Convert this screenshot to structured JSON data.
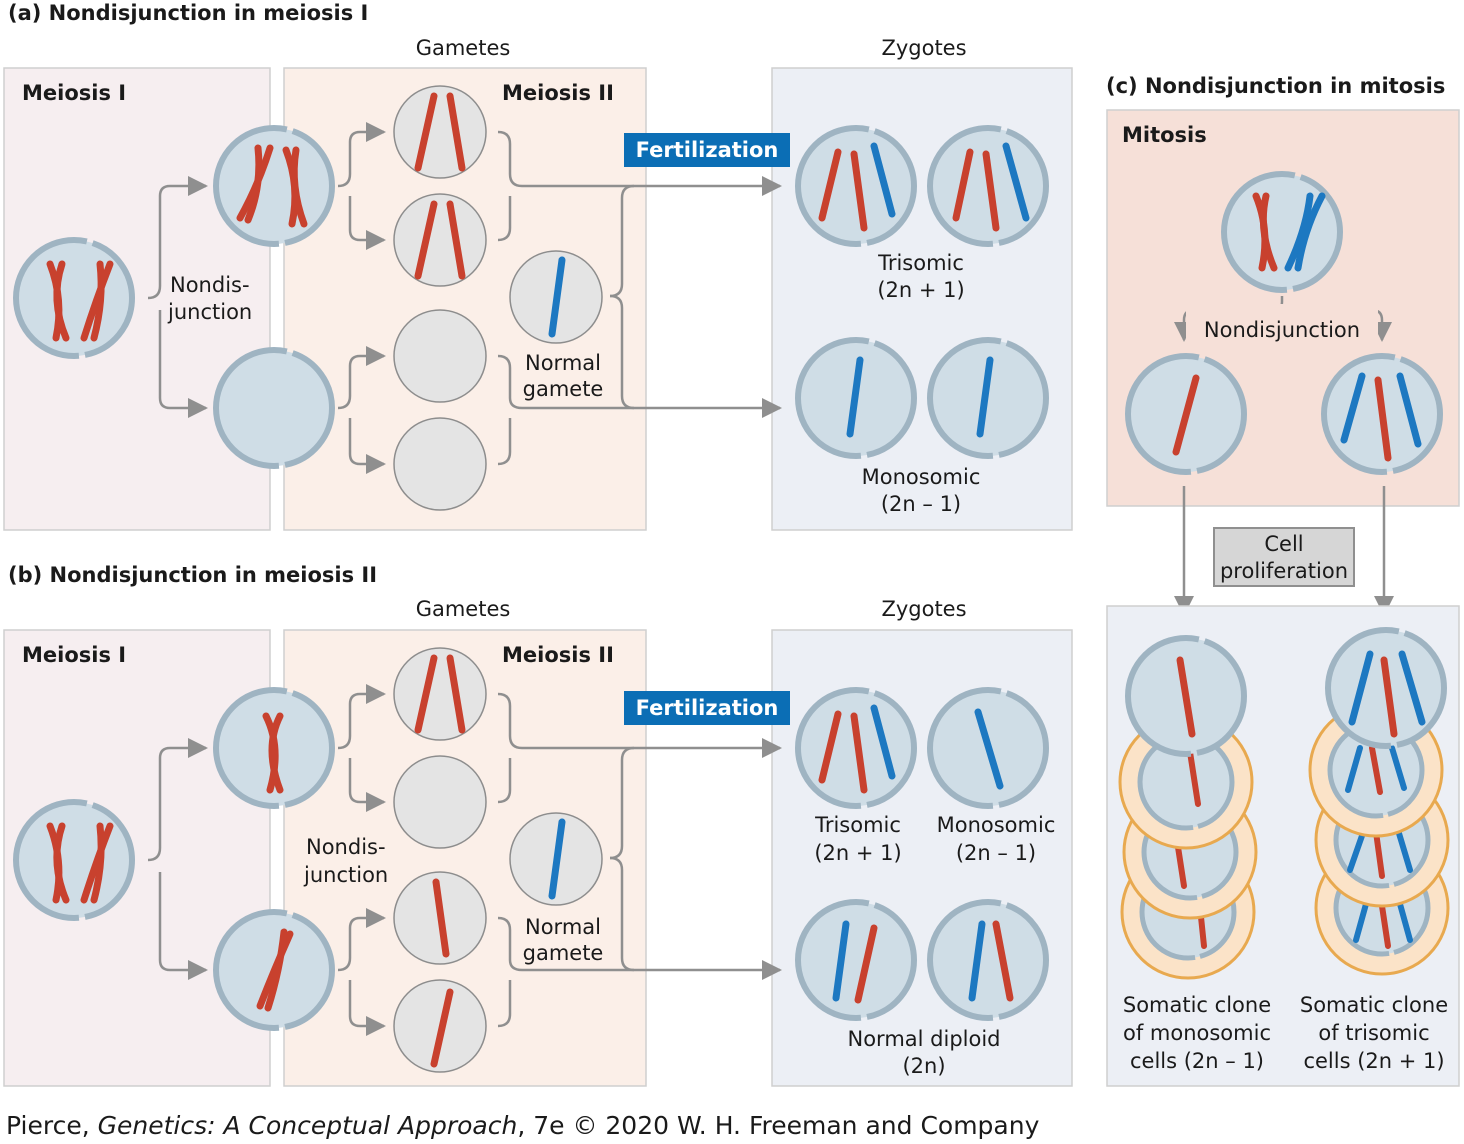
{
  "panel_a": {
    "title": "(a)  Nondisjunction in meiosis I",
    "meiosis1_label": "Meiosis I",
    "meiosis2_label": "Meiosis II",
    "gametes_label": "Gametes",
    "zygotes_label": "Zygotes",
    "fertilization_label": "Fertilization",
    "nondisjunction_line1": "Nondis-",
    "nondisjunction_line2": "junction",
    "normal_gamete_line1": "Normal",
    "normal_gamete_line2": "gamete",
    "trisomic_label": "Trisomic",
    "trisomic_formula": "(2n + 1)",
    "monosomic_label": "Monosomic",
    "monosomic_formula": "(2n – 1)"
  },
  "panel_b": {
    "title": "(b)  Nondisjunction in meiosis II",
    "meiosis1_label": "Meiosis I",
    "meiosis2_label": "Meiosis II",
    "gametes_label": "Gametes",
    "zygotes_label": "Zygotes",
    "fertilization_label": "Fertilization",
    "nondisjunction_line1": "Nondis-",
    "nondisjunction_line2": "junction",
    "normal_gamete_line1": "Normal",
    "normal_gamete_line2": "gamete",
    "trisomic_label": "Trisomic",
    "trisomic_formula": "(2n + 1)",
    "monosomic_label": "Monosomic",
    "monosomic_formula": "(2n – 1)",
    "normal_diploid_label": "Normal diploid",
    "normal_diploid_formula": "(2n)"
  },
  "panel_c": {
    "title": "(c)  Nondisjunction in mitosis",
    "mitosis_label": "Mitosis",
    "nondisjunction_label": "Nondisjunction",
    "proliferation_line1": "Cell",
    "proliferation_line2": "proliferation",
    "mono_clone_line1": "Somatic clone",
    "mono_clone_line2": "of monosomic",
    "mono_clone_line3": "cells (2n – 1)",
    "tri_clone_line1": "Somatic clone",
    "tri_clone_line2": "of trisomic",
    "tri_clone_line3": "cells (2n + 1)"
  },
  "credit": {
    "author": "Pierce, ",
    "book": "Genetics: A Conceptual Approach",
    "rest": ", 7e © 2020 W. H. Freeman and Company"
  },
  "colors": {
    "red_chromosome": "#c8412e",
    "blue_chromosome": "#1d78c1",
    "cell_fill": "#cfdde6",
    "cell_ring": "#9fb4c2",
    "gamete_fill": "#e4e4e4",
    "clone_ring": "#e8a94f",
    "fertilization_bg": "#0b6eb5",
    "arrow": "#8f8f8f"
  }
}
